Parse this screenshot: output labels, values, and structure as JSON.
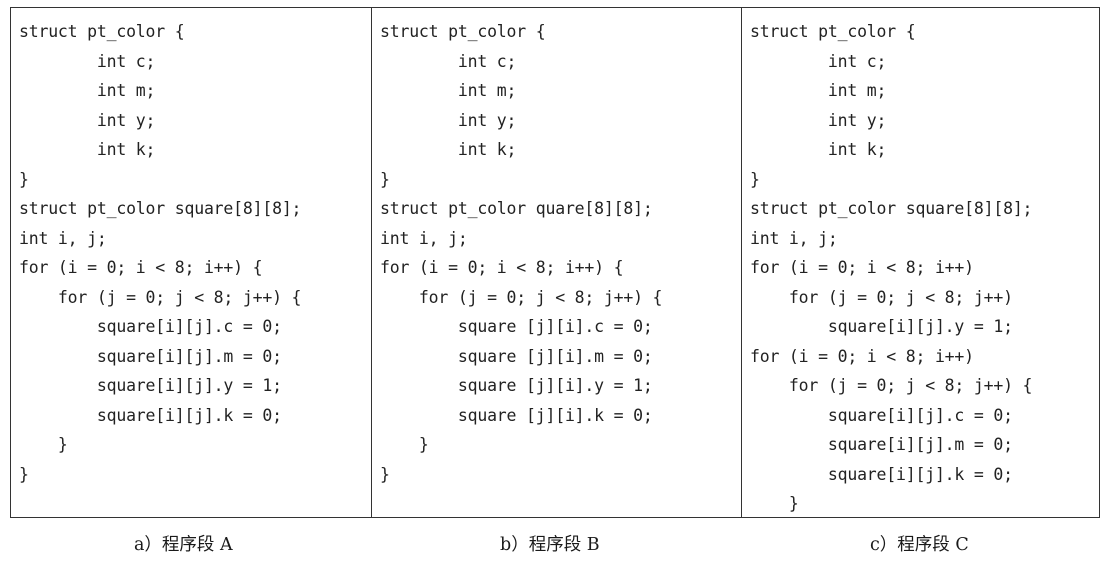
{
  "segments": [
    {
      "id": "a",
      "caption": "a）程序段 A",
      "lines": [
        "struct pt_color {",
        "        int c;",
        "        int m;",
        "        int y;",
        "        int k;",
        "}",
        "struct pt_color square[8][8];",
        "int i, j;",
        "for (i = 0; i < 8; i++) {",
        "    for (j = 0; j < 8; j++) {",
        "        square[i][j].c = 0;",
        "        square[i][j].m = 0;",
        "        square[i][j].y = 1;",
        "        square[i][j].k = 0;",
        "    }",
        "}"
      ]
    },
    {
      "id": "b",
      "caption": "b）程序段 B",
      "lines": [
        "struct pt_color {",
        "        int c;",
        "        int m;",
        "        int y;",
        "        int k;",
        "}",
        "struct pt_color quare[8][8];",
        "int i, j;",
        "for (i = 0; i < 8; i++) {",
        "    for (j = 0; j < 8; j++) {",
        "        square [j][i].c = 0;",
        "        square [j][i].m = 0;",
        "        square [j][i].y = 1;",
        "        square [j][i].k = 0;",
        "    }",
        "}"
      ]
    },
    {
      "id": "c",
      "caption": "c）程序段 C",
      "lines": [
        "struct pt_color {",
        "        int c;",
        "        int m;",
        "        int y;",
        "        int k;",
        "}",
        "struct pt_color square[8][8];",
        "int i, j;",
        "for (i = 0; i < 8; i++)",
        "    for (j = 0; j < 8; j++)",
        "        square[i][j].y = 1;",
        "for (i = 0; i < 8; i++)",
        "    for (j = 0; j < 8; j++) {",
        "        square[i][j].c = 0;",
        "        square[i][j].m = 0;",
        "        square[i][j].k = 0;",
        "    }"
      ]
    }
  ]
}
